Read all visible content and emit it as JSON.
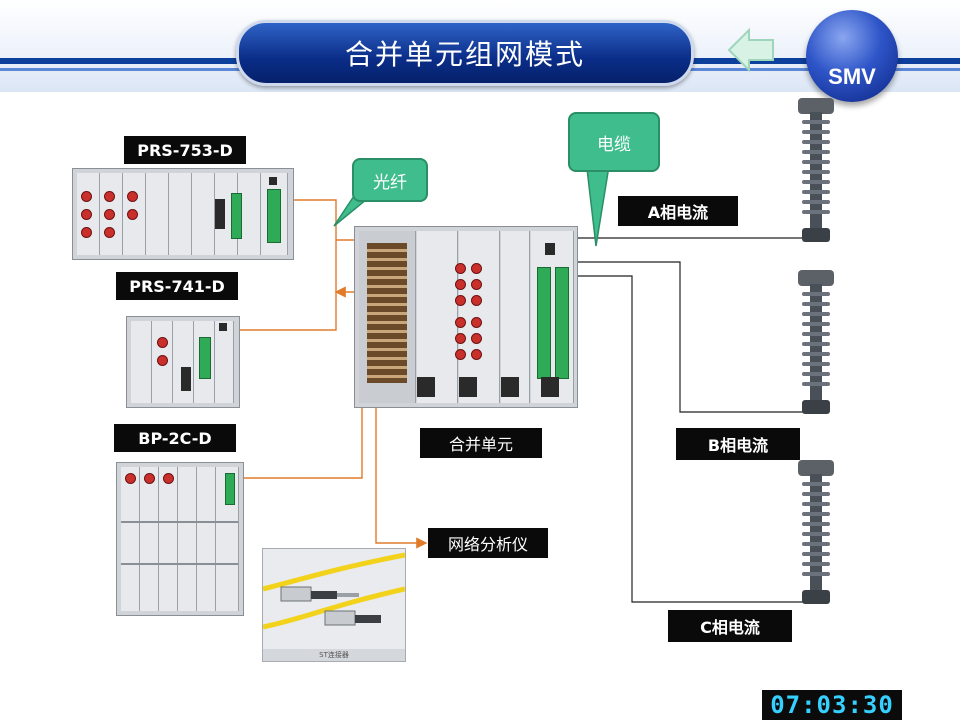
{
  "header": {
    "title": "合并单元组网模式",
    "logo_text": "SMV"
  },
  "devices": {
    "prs753": "PRS-753-D",
    "prs741": "PRS-741-D",
    "bp2c": "BP-2C-D",
    "merging_unit": "合并单元",
    "network_analyzer": "网络分析仪"
  },
  "callouts": {
    "fiber": "光纤",
    "cable": "电缆"
  },
  "phases": {
    "a": "A相电流",
    "b": "B相电流",
    "c": "C相电流"
  },
  "photo_caption": "ST连接器",
  "timer": "07:03:30",
  "colors": {
    "fiber_line": "#e07b2a",
    "cable_line": "#333333",
    "title_blue": "#0a2d88",
    "callout_green": "#3fbd8d"
  }
}
